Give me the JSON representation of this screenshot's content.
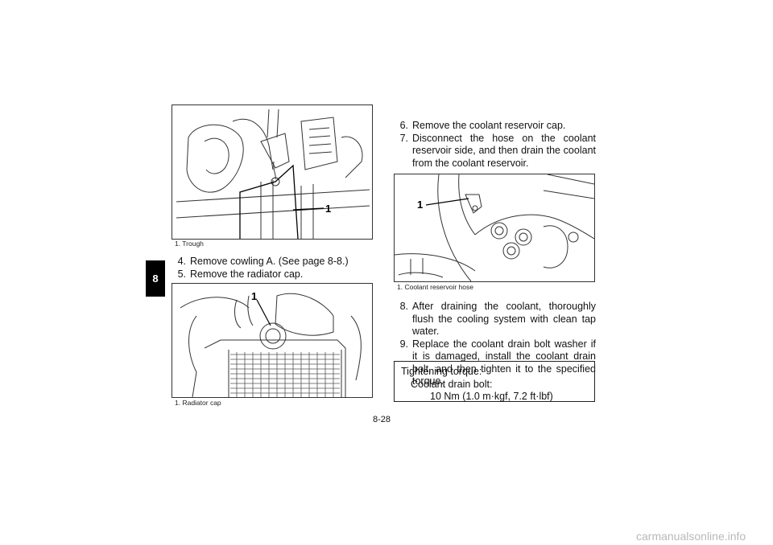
{
  "chapter_tab": "8",
  "figures": [
    {
      "callout": "1",
      "caption": "1. Trough"
    },
    {
      "callout": "1",
      "caption": "1. Radiator cap"
    },
    {
      "callout": "1",
      "caption": "1. Coolant reservoir hose"
    }
  ],
  "steps_left": [
    {
      "num": "4.",
      "text": "Remove cowling A. (See page 8-8.)"
    },
    {
      "num": "5.",
      "text": "Remove the radiator cap."
    }
  ],
  "steps_right_top": [
    {
      "num": "6.",
      "text": "Remove the coolant reservoir cap."
    },
    {
      "num": "7.",
      "text": "Disconnect the hose on the coolant reservoir side, and then drain the coolant from the coolant reservoir."
    }
  ],
  "steps_right_bottom": [
    {
      "num": "8.",
      "text": "After draining the coolant, thoroughly flush the cooling system with clean tap water."
    },
    {
      "num": "9.",
      "text": "Replace the coolant drain bolt washer if it is damaged, install the coolant drain bolt, and then tighten it to the specified torque."
    }
  ],
  "torque_box": {
    "title": "Tightening torque:",
    "item": "Coolant drain bolt:",
    "value": "10 Nm (1.0 m·kgf, 7.2 ft·lbf)"
  },
  "page_number": "8-28",
  "watermark": "carmanualsonline.info"
}
